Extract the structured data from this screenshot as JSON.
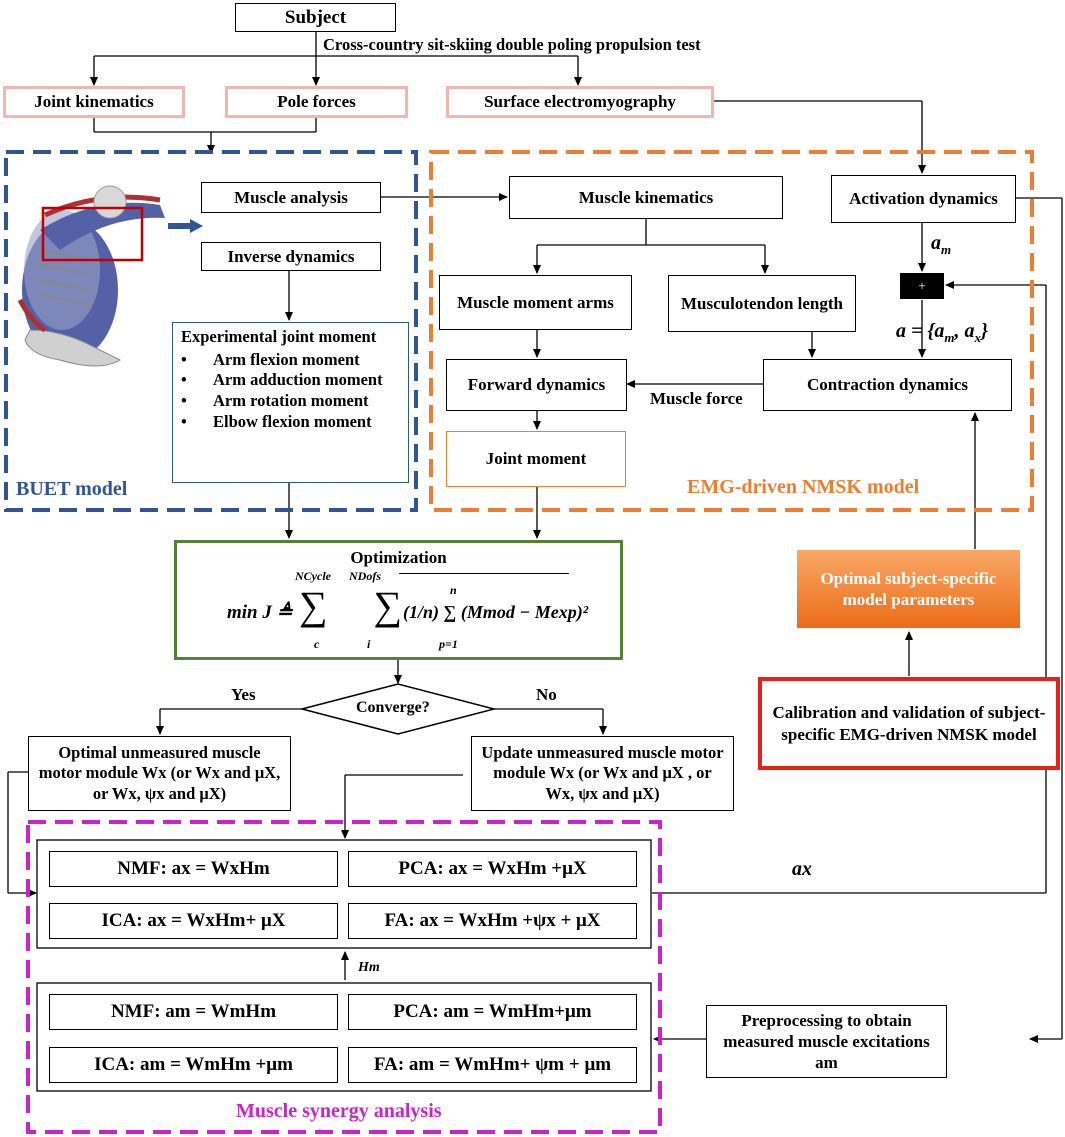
{
  "subject": "Subject",
  "test_label": "Cross-country sit-skiing double poling propulsion test",
  "inputs": {
    "joint_kinematics": "Joint kinematics",
    "pole_forces": "Pole forces",
    "surface_emg": "Surface electromyography"
  },
  "buet": {
    "title": "BUET model",
    "muscle_analysis": "Muscle analysis",
    "inverse_dynamics": "Inverse dynamics",
    "exp_moment_title": "Experimental joint moment",
    "moments": [
      "Arm flexion moment",
      "Arm adduction moment",
      "Arm rotation moment",
      "Elbow flexion moment"
    ]
  },
  "nmsk": {
    "title": "EMG-driven NMSK model",
    "muscle_kinematics": "Muscle kinematics",
    "moment_arms": "Muscle moment arms",
    "mt_length": "Musculotendon length",
    "forward_dynamics": "Forward dynamics",
    "joint_moment": "Joint moment",
    "activation_dynamics": "Activation dynamics",
    "contraction_dynamics": "Contraction dynamics",
    "muscle_force": "Muscle force",
    "am": "a",
    "am_sub": "m",
    "sum_symbol": "+",
    "a_set": "a = {a",
    "ax_sub": "x"
  },
  "optimization": {
    "title": "Optimization",
    "formula_lhs": "min J ≜",
    "formula_sums": "∑ ∑",
    "formula_body": "(1/n) ∑ (Mmod − Mexp)²",
    "ncycle": "NCycle",
    "ndofs": "NDofs",
    "idx_c": "c",
    "idx_i": "i",
    "idx_p": "p=1",
    "idx_n": "n"
  },
  "decision": {
    "label": "Converge?",
    "yes": "Yes",
    "no": "No"
  },
  "optimal_params": "Optimal subject-specific model parameters",
  "calibration": "Calibration and validation of subject-specific EMG-driven NMSK model",
  "optimal_module": "Optimal unmeasured muscle motor module Wx (or Wx and μX, or Wx, ψx and μX)",
  "update_module": "Update unmeasured muscle motor module Wx (or Wx and μX , or Wx, ψx and μX)",
  "synergy": {
    "title": "Muscle synergy analysis",
    "upper": [
      "NMF: ax = WxHm",
      "PCA: ax = WxHm +μX",
      "ICA: ax = WxHm+ μX",
      "FA: ax = WxHm +ψx + μX"
    ],
    "lower": [
      "NMF: am = WmHm",
      "PCA: am = WmHm+μm",
      "ICA: am = WmHm +μm",
      "FA: am = WmHm+ ψm + μm"
    ],
    "hm_label": "Hm",
    "ax_label": "ax"
  },
  "preprocessing": "Preprocessing to obtain measured muscle excitations am",
  "colors": {
    "blue_dash": "#2f5597",
    "orange_dash": "#ed7d31",
    "magenta_dash": "#cc22cc",
    "green": "#548235",
    "red": "#e8201c",
    "pink": "#f2b6b0"
  }
}
